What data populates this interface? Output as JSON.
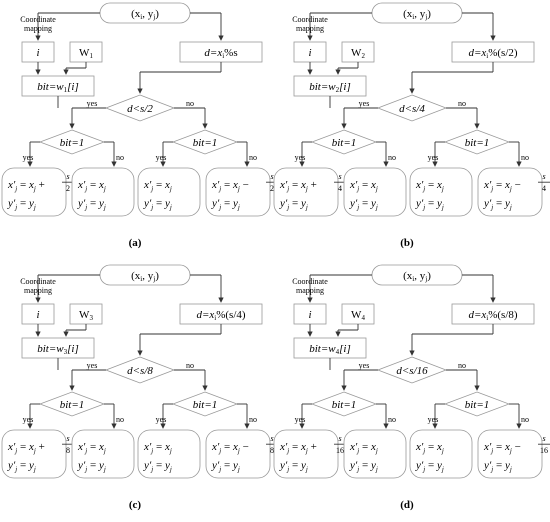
{
  "panels": [
    {
      "id": "a",
      "caption": "(a)",
      "start": "(x",
      "start_sub1": "i",
      "start_mid": ", y",
      "start_sub2": "j",
      "start_end": ")",
      "mapping_line1": "Coordinate",
      "mapping_line2": "mapping",
      "index": "i",
      "w": "W",
      "w_sub": "1",
      "d_expr": "d=x",
      "d_sub": "i",
      "d_rest": "%s",
      "bit_expr": "bit=w",
      "bit_sub": "1",
      "bit_rest": "[i]",
      "cond": "d<s/2",
      "yes": "yes",
      "no": "no",
      "bit_cond": "bit=1",
      "shift_denominator": "2"
    },
    {
      "id": "b",
      "caption": "(b)",
      "start": "(x",
      "start_sub1": "i",
      "start_mid": ", y",
      "start_sub2": "j",
      "start_end": ")",
      "mapping_line1": "Coordinate",
      "mapping_line2": "mapping",
      "index": "i",
      "w": "W",
      "w_sub": "2",
      "d_expr": "d=x",
      "d_sub": "i",
      "d_rest": "%(s/2)",
      "bit_expr": "bit=w",
      "bit_sub": "2",
      "bit_rest": "[i]",
      "cond": "d<s/4",
      "yes": "yes",
      "no": "no",
      "bit_cond": "bit=1",
      "shift_denominator": "4"
    },
    {
      "id": "c",
      "caption": "(c)",
      "start": "(x",
      "start_sub1": "i",
      "start_mid": ", y",
      "start_sub2": "j",
      "start_end": ")",
      "mapping_line1": "Coordinate",
      "mapping_line2": "mapping",
      "index": "i",
      "w": "W",
      "w_sub": "3",
      "d_expr": "d=x",
      "d_sub": "i",
      "d_rest": "%(s/4)",
      "bit_expr": "bit=w",
      "bit_sub": "3",
      "bit_rest": "[i]",
      "cond": "d<s/8",
      "yes": "yes",
      "no": "no",
      "bit_cond": "bit=1",
      "shift_denominator": "8"
    },
    {
      "id": "d",
      "caption": "(d)",
      "start": "(x",
      "start_sub1": "i",
      "start_mid": ", y",
      "start_sub2": "j",
      "start_end": ")",
      "mapping_line1": "Coordinate",
      "mapping_line2": "mapping",
      "index": "i",
      "w": "W",
      "w_sub": "4",
      "d_expr": "d=x",
      "d_sub": "i",
      "d_rest": "%(s/8)",
      "bit_expr": "bit=w",
      "bit_sub": "4",
      "bit_rest": "[i]",
      "cond": "d<s/16",
      "yes": "yes",
      "no": "no",
      "bit_cond": "bit=1",
      "shift_denominator": "16"
    }
  ],
  "formula": {
    "x_prime": "x′",
    "y_prime": "y′",
    "x": "x",
    "y": "y",
    "sub": "j",
    "eq": "=",
    "plus": "+",
    "minus": "−",
    "s": "s"
  }
}
